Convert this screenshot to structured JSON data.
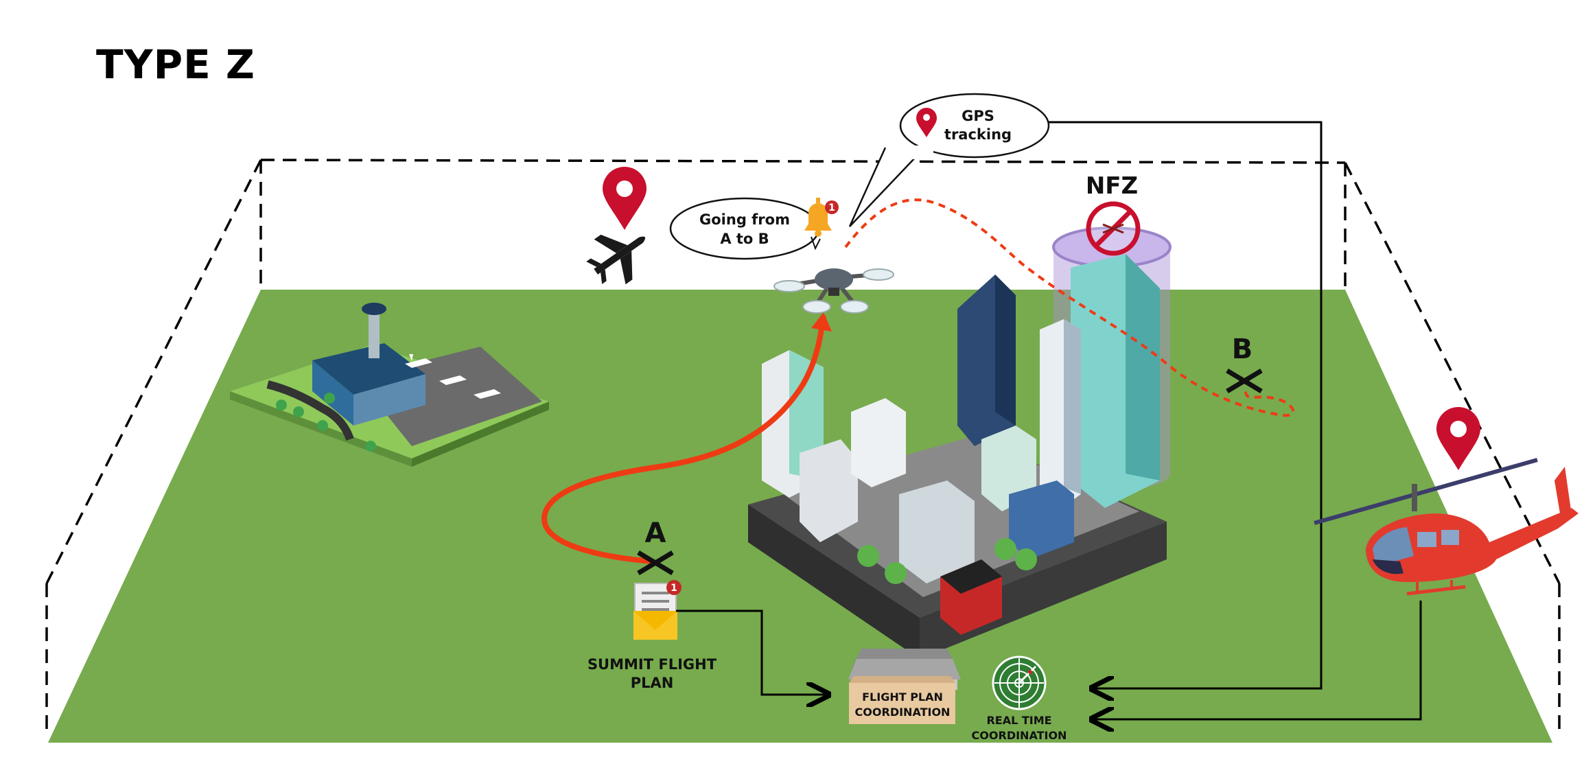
{
  "title": "TYPE Z",
  "labels": {
    "gps_line1": "GPS",
    "gps_line2": "tracking",
    "going_line1": "Going from",
    "going_line2": "A to B",
    "nfz": "NFZ",
    "point_a": "A",
    "point_b": "B",
    "submit_line1": "SUMMIT FLIGHT",
    "submit_line2": "PLAN",
    "fpc_line1": "FLIGHT PLAN",
    "fpc_line2": "COORDINATION",
    "rtc_line1": "REAL TIME",
    "rtc_line2": "COORDINATION",
    "notification_count": "1"
  },
  "colors": {
    "ground": "#77ab4e",
    "route": "#ee3b14",
    "pin": "#c8102e",
    "nfz_fill": "#a98fd4",
    "radar": "#2e7d32",
    "box": "#e8c9a0",
    "helicopter": "#e23b2e",
    "bell": "#f5a623"
  },
  "icons": [
    "location-pin-icon",
    "airplane-icon",
    "bell-icon",
    "drone-icon",
    "no-drone-icon",
    "envelope-icon",
    "radar-icon",
    "helicopter-icon",
    "airport-icon",
    "city-icon",
    "folder-box-icon"
  ]
}
